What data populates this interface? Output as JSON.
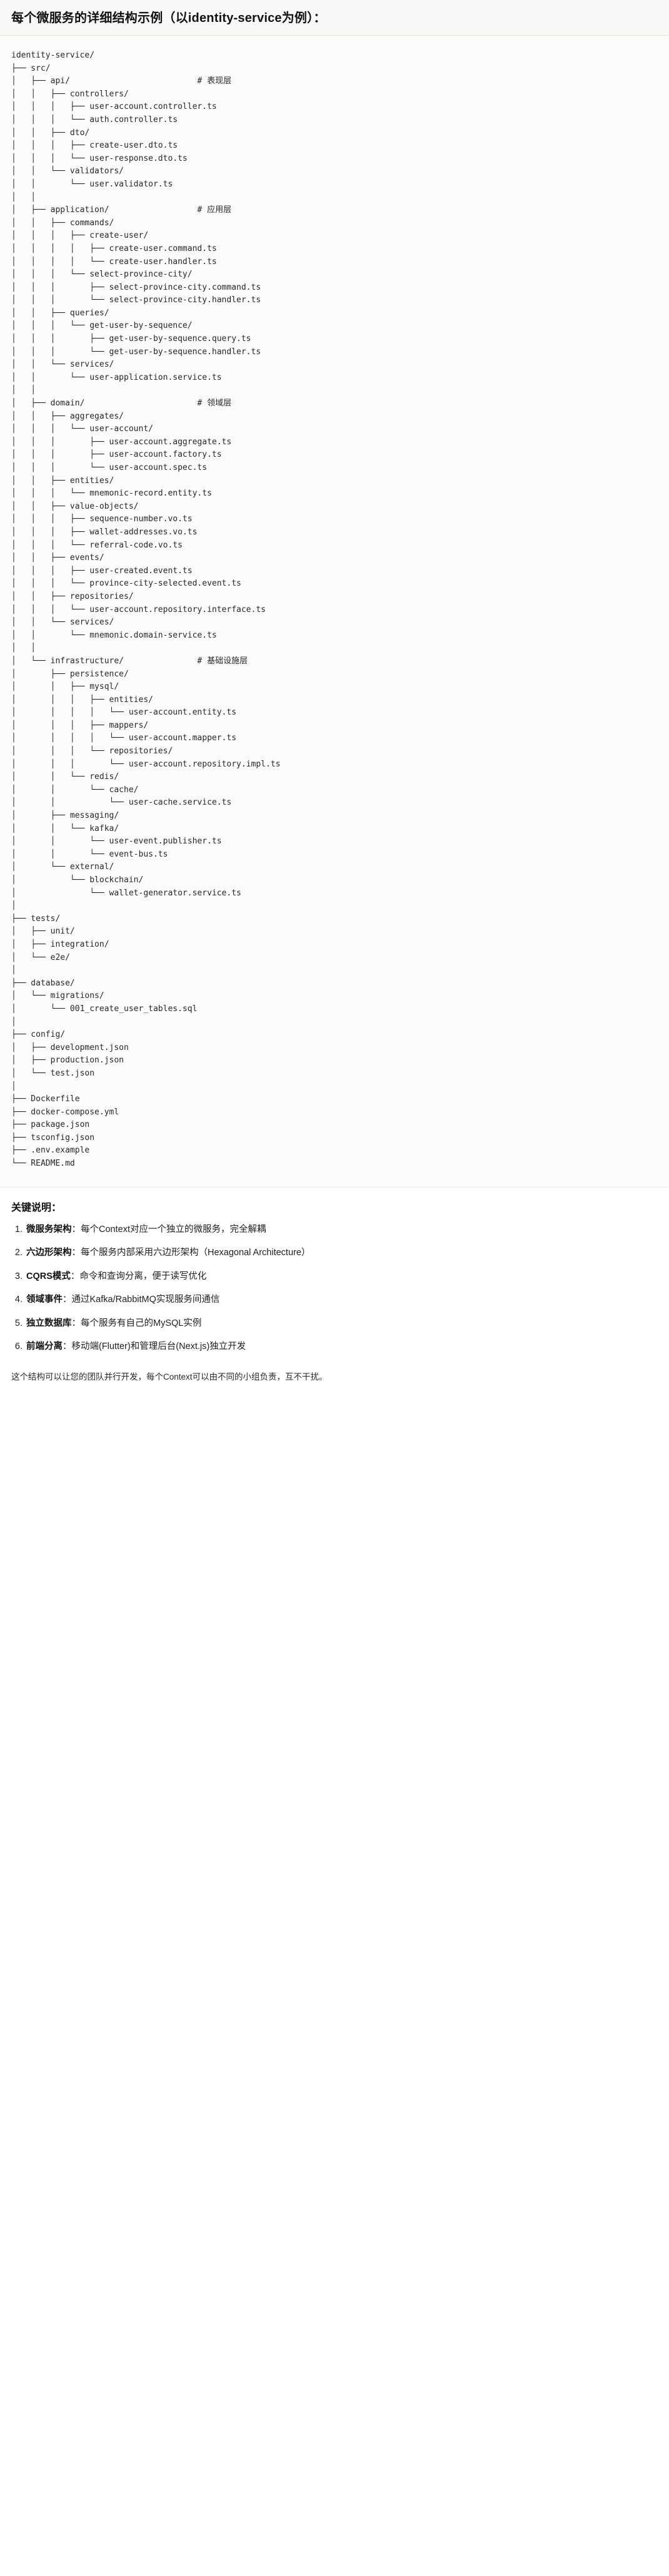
{
  "header": {
    "title": "每个微服务的详细结构示例（以identity-service为例）："
  },
  "tree": {
    "root": "identity-service/",
    "comments": {
      "api": "# 表现层",
      "application": "# 应用层",
      "domain": "# 领域层",
      "infrastructure": "# 基础设施层"
    },
    "text": "identity-service/\n├── src/\n│   ├── api/                          # 表现层\n│   │   ├── controllers/\n│   │   │   ├── user-account.controller.ts\n│   │   │   └── auth.controller.ts\n│   │   ├── dto/\n│   │   │   ├── create-user.dto.ts\n│   │   │   └── user-response.dto.ts\n│   │   └── validators/\n│   │       └── user.validator.ts\n│   │\n│   ├── application/                  # 应用层\n│   │   ├── commands/\n│   │   │   ├── create-user/\n│   │   │   │   ├── create-user.command.ts\n│   │   │   │   └── create-user.handler.ts\n│   │   │   └── select-province-city/\n│   │   │       ├── select-province-city.command.ts\n│   │   │       └── select-province-city.handler.ts\n│   │   ├── queries/\n│   │   │   └── get-user-by-sequence/\n│   │   │       ├── get-user-by-sequence.query.ts\n│   │   │       └── get-user-by-sequence.handler.ts\n│   │   └── services/\n│   │       └── user-application.service.ts\n│   │\n│   ├── domain/                       # 领域层\n│   │   ├── aggregates/\n│   │   │   └── user-account/\n│   │   │       ├── user-account.aggregate.ts\n│   │   │       ├── user-account.factory.ts\n│   │   │       └── user-account.spec.ts\n│   │   ├── entities/\n│   │   │   └── mnemonic-record.entity.ts\n│   │   ├── value-objects/\n│   │   │   ├── sequence-number.vo.ts\n│   │   │   ├── wallet-addresses.vo.ts\n│   │   │   └── referral-code.vo.ts\n│   │   ├── events/\n│   │   │   ├── user-created.event.ts\n│   │   │   └── province-city-selected.event.ts\n│   │   ├── repositories/\n│   │   │   └── user-account.repository.interface.ts\n│   │   └── services/\n│   │       └── mnemonic.domain-service.ts\n│   │\n│   └── infrastructure/               # 基础设施层\n│       ├── persistence/\n│       │   ├── mysql/\n│       │   │   ├── entities/\n│       │   │   │   └── user-account.entity.ts\n│       │   │   ├── mappers/\n│       │   │   │   └── user-account.mapper.ts\n│       │   │   └── repositories/\n│       │   │       └── user-account.repository.impl.ts\n│       │   └── redis/\n│       │       └── cache/\n│       │           └── user-cache.service.ts\n│       ├── messaging/\n│       │   └── kafka/\n│       │       └── user-event.publisher.ts\n│       │       └── event-bus.ts\n│       └── external/\n│           └── blockchain/\n│               └── wallet-generator.service.ts\n│\n├── tests/\n│   ├── unit/\n│   ├── integration/\n│   └── e2e/\n│\n├── database/\n│   └── migrations/\n│       └── 001_create_user_tables.sql\n│\n├── config/\n│   ├── development.json\n│   ├── production.json\n│   └── test.json\n│\n├── Dockerfile\n├── docker-compose.yml\n├── package.json\n├── tsconfig.json\n├── .env.example\n└── README.md"
  },
  "notes": {
    "heading": "关键说明：",
    "items": [
      {
        "term": "微服务架构",
        "desc": "：每个Context对应一个独立的微服务，完全解耦"
      },
      {
        "term": "六边形架构",
        "desc": "：每个服务内部采用六边形架构（Hexagonal Architecture）"
      },
      {
        "term": "CQRS模式",
        "desc": "：命令和查询分离，便于读写优化"
      },
      {
        "term": "领域事件",
        "desc": "：通过Kafka/RabbitMQ实现服务间通信"
      },
      {
        "term": "独立数据库",
        "desc": "：每个服务有自己的MySQL实例"
      },
      {
        "term": "前端分离",
        "desc": "：移动端(Flutter)和管理后台(Next.js)独立开发"
      }
    ],
    "closing": "这个结构可以让您的团队并行开发，每个Context可以由不同的小组负责，互不干扰。"
  }
}
